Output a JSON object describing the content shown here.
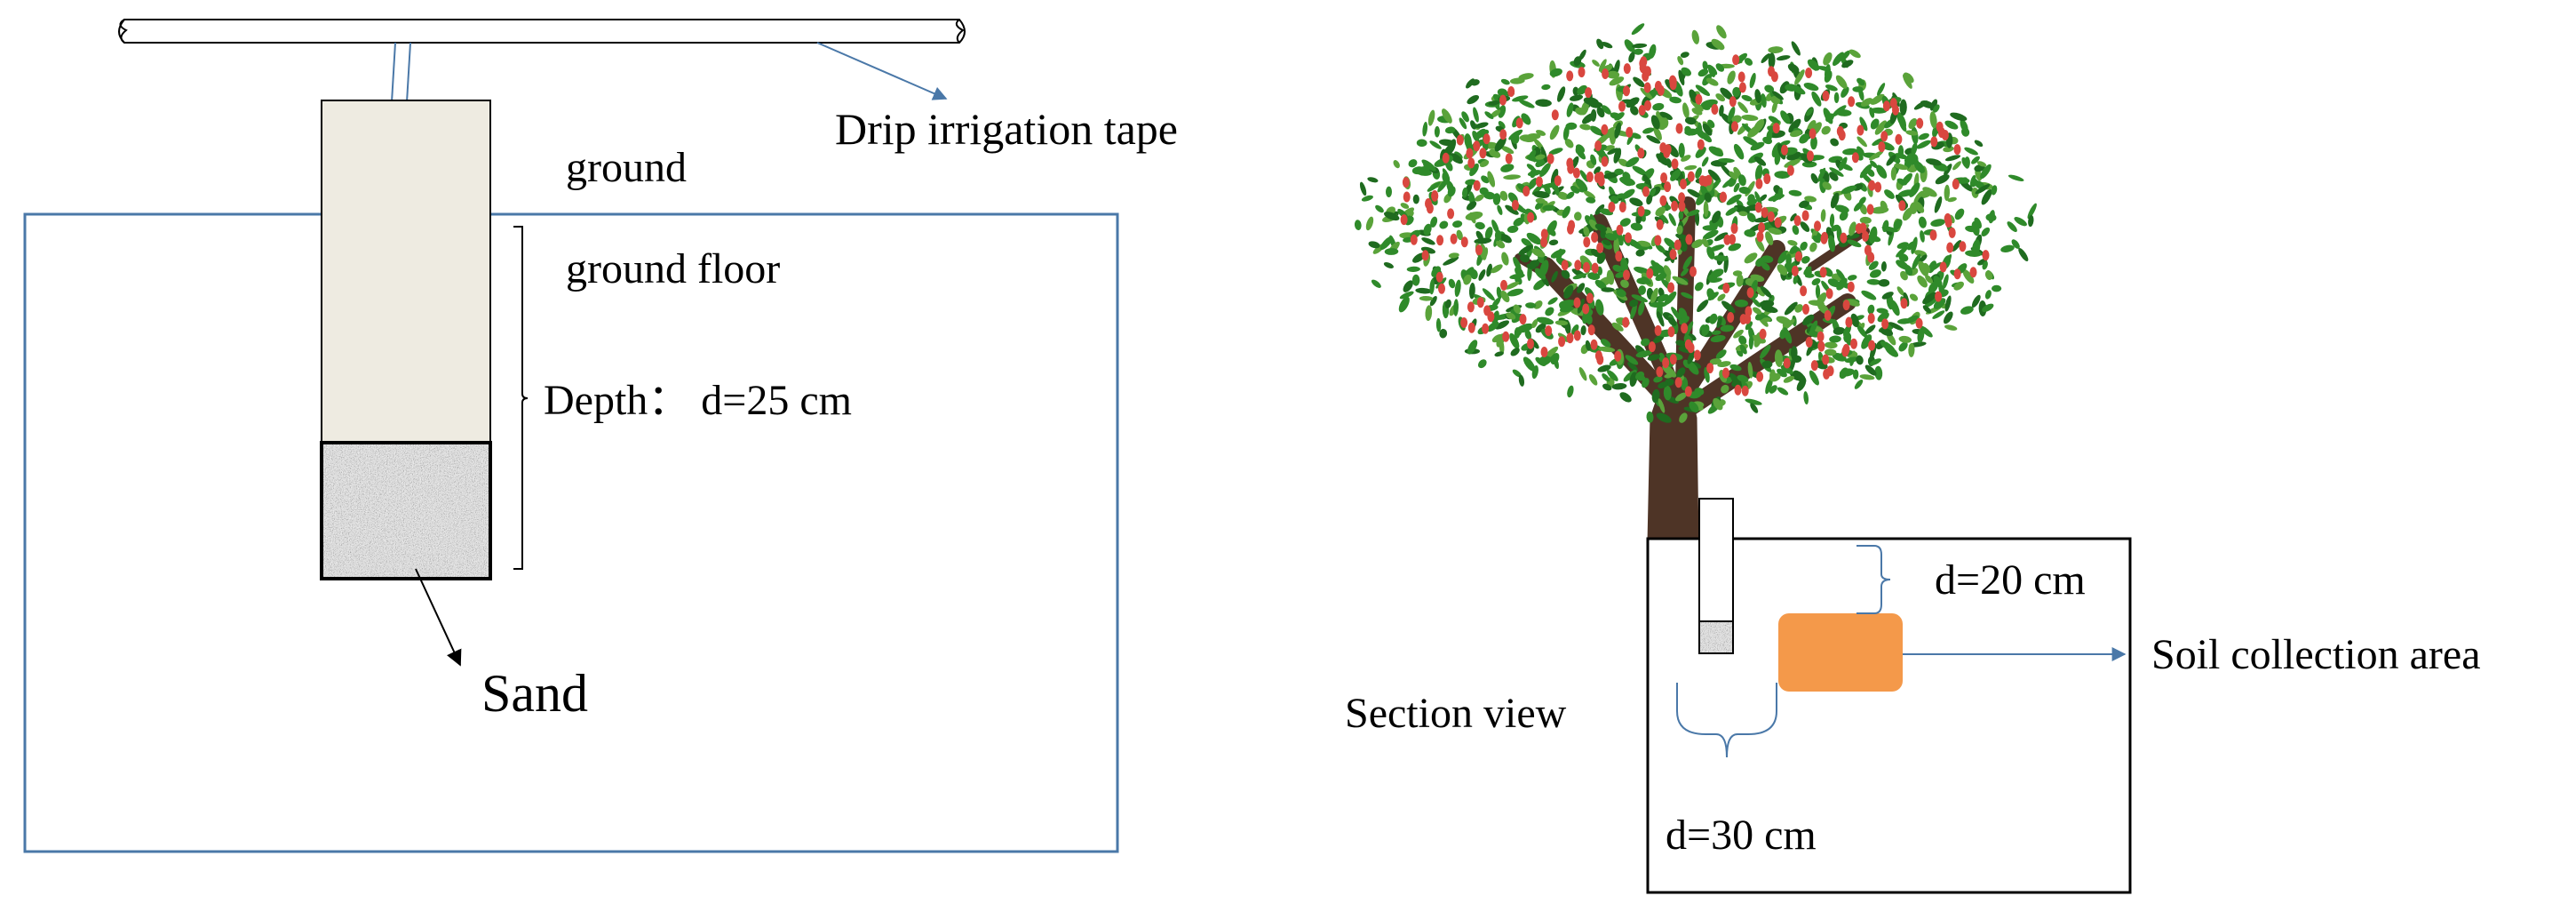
{
  "labels": {
    "drip_tape": "Drip irrigation tape",
    "ground": "ground",
    "ground_floor": "ground floor",
    "depth": "Depth： d=25 cm",
    "sand": "Sand",
    "d20": "d=20 cm",
    "soil_area": "Soil collection area",
    "section_view": "Section view",
    "d30": "d=30 cm"
  },
  "colors": {
    "ground_outline": "#4a78a8",
    "pipe_fill": "#eeebe1",
    "sand_dark": "#3c3c3c",
    "sand_light": "#cfcfcf",
    "arrow_blue": "#4a78a8",
    "trunk": "#4e3426",
    "leaf_dark": "#1f6b1f",
    "leaf_mid": "#2f8a2a",
    "leaf_light": "#5aa33a",
    "fruit": "#d9473f",
    "soil_area_fill": "#f4994a"
  },
  "icons": {
    "tree": "tree-icon",
    "drip_tape": "pipe-icon",
    "sand": "sand-texture-icon"
  }
}
